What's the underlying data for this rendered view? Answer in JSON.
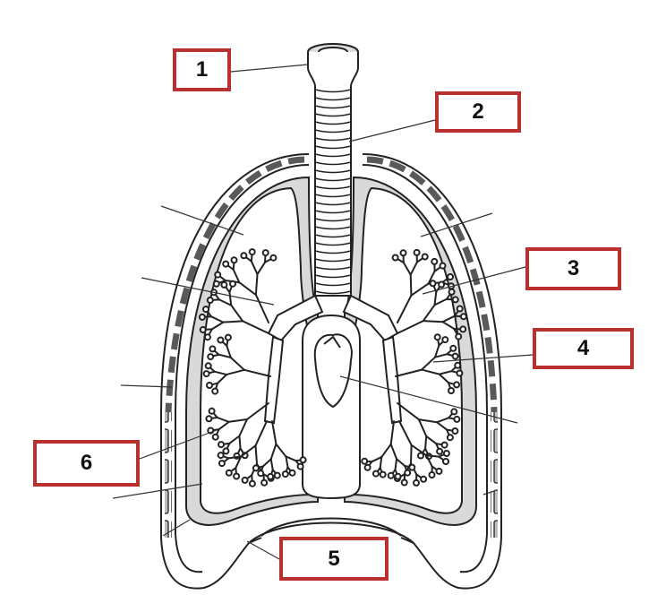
{
  "labels": [
    {
      "id": "1",
      "text": "1"
    },
    {
      "id": "2",
      "text": "2"
    },
    {
      "id": "3",
      "text": "3"
    },
    {
      "id": "4",
      "text": "4"
    },
    {
      "id": "5",
      "text": "5"
    },
    {
      "id": "6",
      "text": "6"
    }
  ],
  "colors": {
    "label_border": "#b8312f",
    "line": "#222222",
    "pleura_fill": "#d6d6d6",
    "background": "#ffffff"
  }
}
